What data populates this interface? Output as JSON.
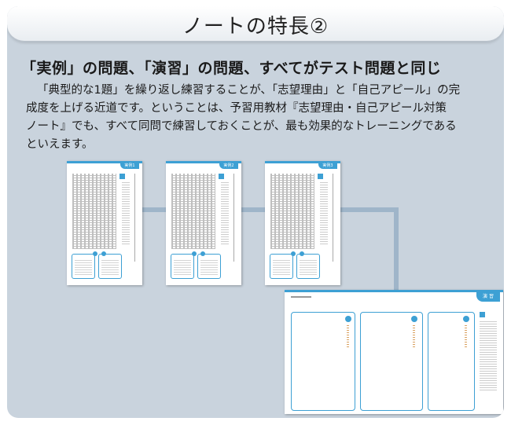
{
  "title": "ノートの特長②",
  "heading": "「実例」の問題、「演習」の問題、すべてがテスト問題と同じ",
  "body_lines": [
    "「典型的な1題」を繰り返し練習することが、「志望理由」と「自己アピール」の完",
    "成度を上げる近道です。ということは、予習用教材『志望理由・自己アピール対策",
    "ノート』でも、すべて同問で練習しておくことが、最も効果的なトレーニングである",
    "といえます。"
  ],
  "thumbnails": [
    {
      "tab": "実例1"
    },
    {
      "tab": "実例2"
    },
    {
      "tab": "実例3"
    }
  ],
  "practice": {
    "tab": "演 習"
  },
  "colors": {
    "accent": "#3da0d4",
    "connector": "#9fb5c9",
    "panel": "#c9d3dd"
  }
}
